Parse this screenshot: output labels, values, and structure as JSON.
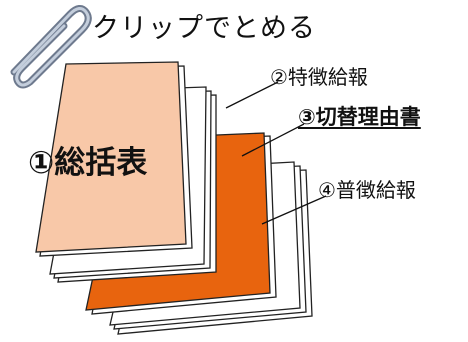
{
  "title": "クリップでとめる",
  "labels": {
    "sheet1": "①総括表",
    "sheet2": "②特徴給報",
    "sheet3": "③切替理由書",
    "sheet4": "④普徴給報"
  },
  "colors": {
    "sheet1_fill": "#f8c8a8",
    "sheet3_fill": "#e8640e",
    "paper_fill": "#ffffff",
    "paper_edge": "#222222",
    "clip_color": "#9aa6b8"
  },
  "icons": {
    "clip": "paper-clip-icon"
  }
}
